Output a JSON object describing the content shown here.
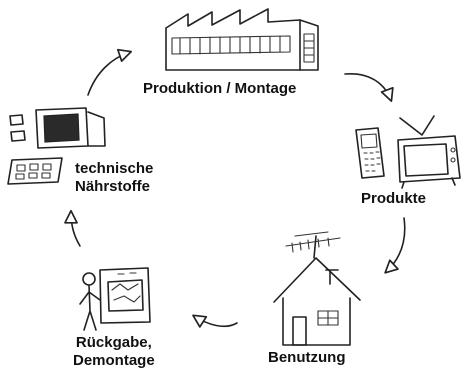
{
  "diagram": {
    "nodes": [
      {
        "id": "production",
        "label_lines": [
          "Produktion / Montage"
        ],
        "icon": "factory-icon"
      },
      {
        "id": "products",
        "label_lines": [
          "Produkte"
        ],
        "icon": "tv-and-phone-icon"
      },
      {
        "id": "usage",
        "label_lines": [
          "Benutzung"
        ],
        "icon": "house-icon"
      },
      {
        "id": "return",
        "label_lines": [
          "Rückgabe,",
          "Demontage"
        ],
        "icon": "person-with-bin-icon"
      },
      {
        "id": "nutrients",
        "label_lines": [
          "technische",
          "Nährstoffe"
        ],
        "icon": "components-icon"
      }
    ],
    "edges": [
      {
        "from": "production",
        "to": "products"
      },
      {
        "from": "products",
        "to": "usage"
      },
      {
        "from": "usage",
        "to": "return"
      },
      {
        "from": "return",
        "to": "nutrients"
      },
      {
        "from": "nutrients",
        "to": "production"
      }
    ],
    "colors": {
      "ink": "#222222",
      "background": "#ffffff"
    }
  }
}
